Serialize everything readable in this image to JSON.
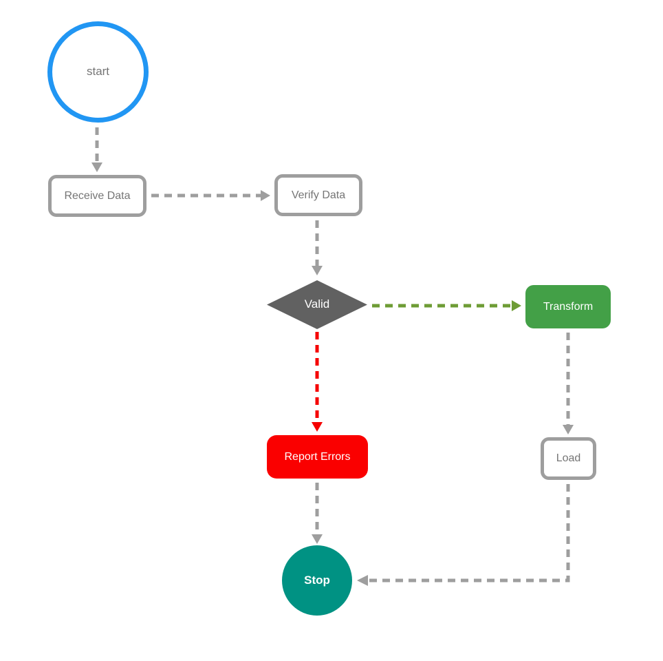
{
  "diagram": {
    "type": "flowchart",
    "background": "#FFFFFF",
    "nodes": {
      "start": {
        "label": "start",
        "shape": "circle",
        "fill": "#FFFFFF",
        "border_color": "#2196F3",
        "text_color": "#757575"
      },
      "receive_data": {
        "label": "Receive Data",
        "shape": "rounded-rect",
        "fill": "#FFFFFF",
        "border_color": "#9E9E9E",
        "text_color": "#757575"
      },
      "verify_data": {
        "label": "Verify Data",
        "shape": "rounded-rect",
        "fill": "#FFFFFF",
        "border_color": "#9E9E9E",
        "text_color": "#757575"
      },
      "valid": {
        "label": "Valid",
        "shape": "diamond",
        "fill": "#616161",
        "border_color": "#616161",
        "text_color": "#FFFFFF"
      },
      "transform": {
        "label": "Transform",
        "shape": "rounded-rect",
        "fill": "#43A047",
        "border_color": "#43A047",
        "text_color": "#FFFFFF"
      },
      "report_errors": {
        "label": "Report Errors",
        "shape": "rounded-rect",
        "fill": "#FA0000",
        "border_color": "#FA0000",
        "text_color": "#FFFFFF"
      },
      "load": {
        "label": "Load",
        "shape": "rounded-rect",
        "fill": "#FFFFFF",
        "border_color": "#9E9E9E",
        "text_color": "#757575"
      },
      "stop": {
        "label": "Stop",
        "shape": "circle",
        "fill": "#009283",
        "border_color": "#009283",
        "text_color": "#FFFFFF"
      }
    },
    "edges": [
      {
        "from": "start",
        "to": "receive_data",
        "style": "dashed",
        "color": "#9E9E9E"
      },
      {
        "from": "receive_data",
        "to": "verify_data",
        "style": "dashed",
        "color": "#9E9E9E"
      },
      {
        "from": "verify_data",
        "to": "valid",
        "style": "dashed",
        "color": "#9E9E9E"
      },
      {
        "from": "valid",
        "to": "transform",
        "style": "dashed",
        "color": "#6E9C35"
      },
      {
        "from": "valid",
        "to": "report_errors",
        "style": "dashed",
        "color": "#F50000"
      },
      {
        "from": "transform",
        "to": "load",
        "style": "dashed",
        "color": "#9E9E9E"
      },
      {
        "from": "report_errors",
        "to": "stop",
        "style": "dashed",
        "color": "#9E9E9E"
      },
      {
        "from": "load",
        "to": "stop",
        "style": "dashed",
        "color": "#9E9E9E"
      }
    ]
  }
}
